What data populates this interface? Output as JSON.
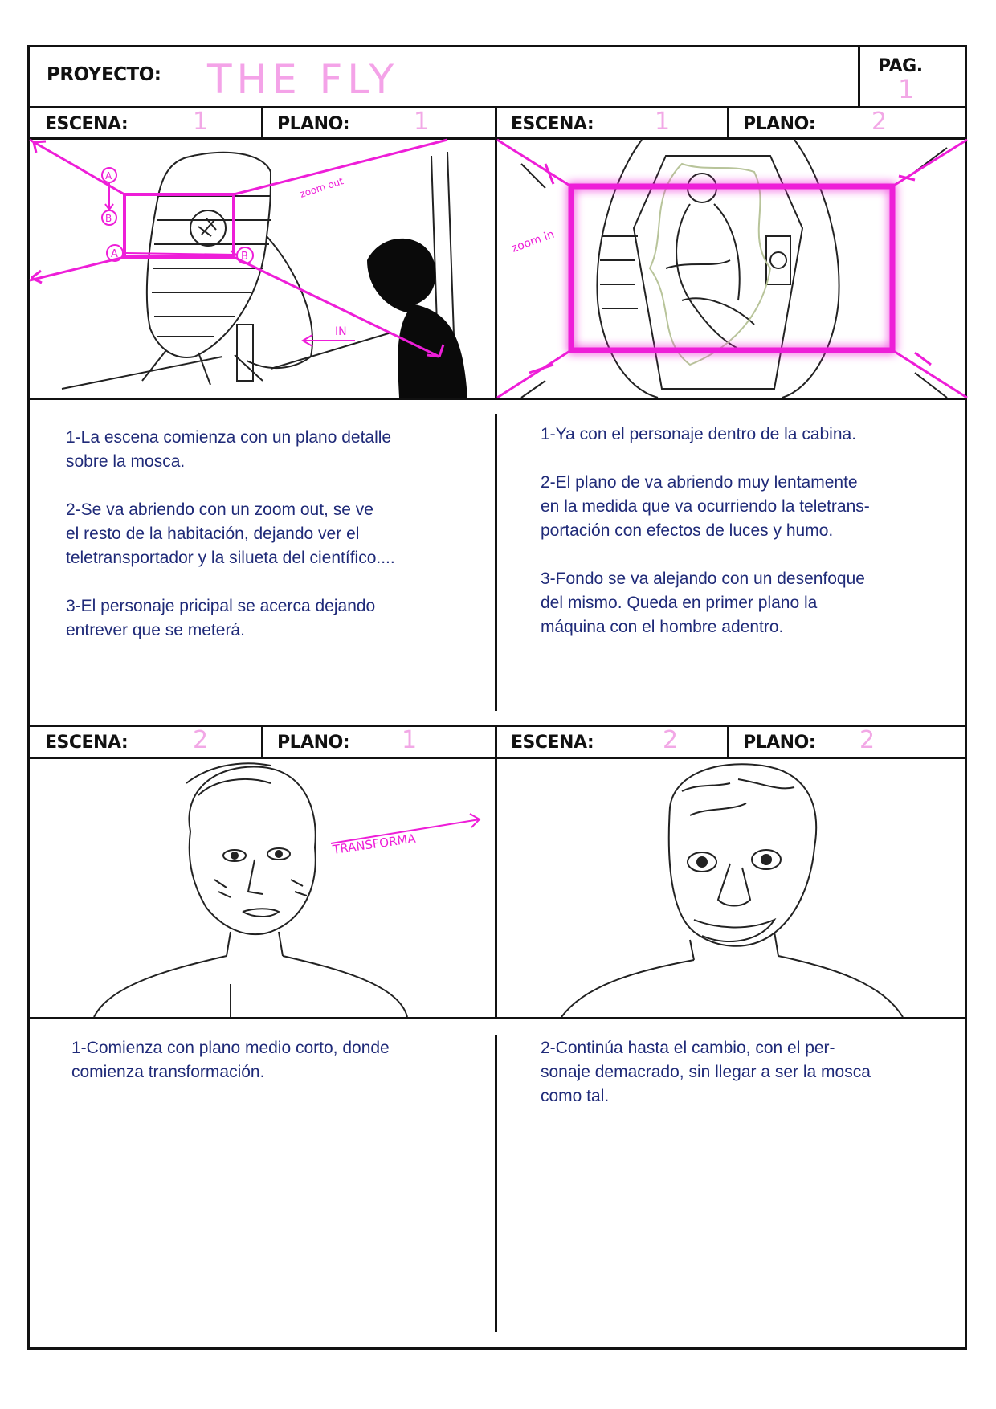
{
  "header": {
    "project_label": "PROYECTO:",
    "project_name": "THE FLY",
    "page_label": "PAG.",
    "page_number": "1"
  },
  "labels": {
    "scene": "ESCENA:",
    "shot": "PLANO:"
  },
  "panels": [
    {
      "scene": "1",
      "shot": "1",
      "sketch_annotations": [
        "A",
        "B",
        "A",
        "B",
        "zoom out",
        "IN"
      ],
      "notes": "1-La escena comienza con un plano detalle\nsobre la mosca.\n\n2-Se va abriendo con un zoom out, se ve\nel resto de la habitación, dejando ver el\nteletransportador y la silueta del científico....\n\n3-El personaje pricipal se acerca dejando\nentrever que se meterá."
    },
    {
      "scene": "1",
      "shot": "2",
      "sketch_annotations": [
        "zoom in"
      ],
      "notes": "1-Ya con el personaje dentro de la cabina.\n\n2-El plano de va abriendo muy lentamente\nen la medida que va ocurriendo la teletrans-\nportación con efectos de luces y humo.\n\n3-Fondo se va alejando con un desenfoque\ndel mismo. Queda en primer plano la\nmáquina con el hombre adentro."
    },
    {
      "scene": "2",
      "shot": "1",
      "sketch_annotations": [
        "TRANSFORMA"
      ],
      "notes": "1-Comienza con plano medio corto, donde\ncomienza transformación."
    },
    {
      "scene": "2",
      "shot": "2",
      "sketch_annotations": [],
      "notes": "2-Continúa hasta el cambio, con el per-\nsonaje demacrado, sin llegar a ser la mosca\ncomo tal."
    }
  ],
  "colors": {
    "ink": "#111111",
    "annotation": "#ee1ed8",
    "handwriting": "#f4a3e8",
    "notes": "#1f2a78"
  }
}
